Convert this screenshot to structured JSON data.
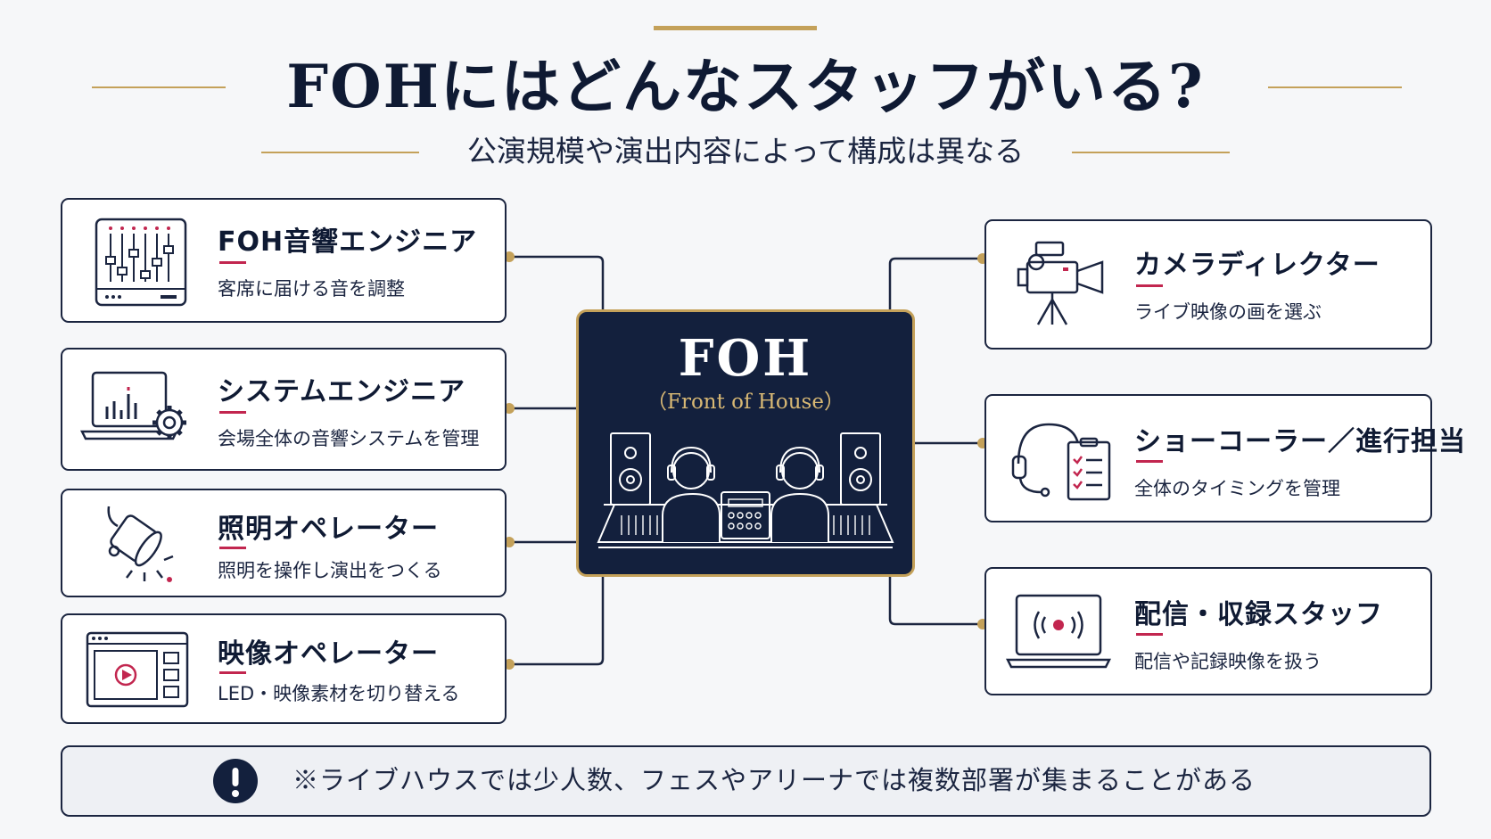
{
  "title": "FOHにはどんなスタッフがいる?",
  "subtitle": "公演規模や演出内容によって構成は異なる",
  "center": {
    "title": "FOH",
    "subtitle": "（Front of House）",
    "illustration_icon": "mixing-console-engineers-icon"
  },
  "left_roles": [
    {
      "name": "FOH音響エンジニア",
      "desc": "客席に届ける音を調整",
      "icon": "mixer-faders-icon"
    },
    {
      "name": "システムエンジニア",
      "desc": "会場全体の音響システムを管理",
      "icon": "laptop-gear-icon"
    },
    {
      "name": "照明オペレーター",
      "desc": "照明を操作し演出をつくる",
      "icon": "spotlight-icon"
    },
    {
      "name": "映像オペレーター",
      "desc": "LED・映像素材を切り替える",
      "icon": "video-screen-icon"
    }
  ],
  "right_roles": [
    {
      "name": "カメラディレクター",
      "desc": "ライブ映像の画を選ぶ",
      "icon": "video-camera-icon"
    },
    {
      "name": "ショーコーラー／進行担当",
      "desc": "全体のタイミングを管理",
      "icon": "headset-clipboard-icon"
    },
    {
      "name": "配信・収録スタッフ",
      "desc": "配信や記録映像を扱う",
      "icon": "laptop-broadcast-icon"
    }
  ],
  "note": {
    "text": "※ライブハウスでは少人数、フェスやアリーナでは複数部署が集まることがある",
    "icon": "exclamation-icon"
  },
  "colors": {
    "navy": "#13203d",
    "gold": "#c4a15a",
    "accent": "#c2264f",
    "background": "#f6f7f9"
  }
}
